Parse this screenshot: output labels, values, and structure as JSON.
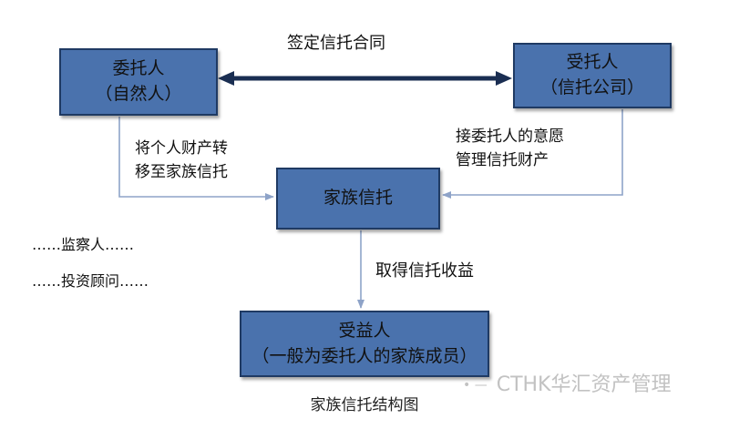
{
  "boxes": {
    "settlor": {
      "line1": "委托人",
      "line2": "（自然人）"
    },
    "trustee": {
      "line1": "受托人",
      "line2": "（信托公司）"
    },
    "family_trust": {
      "line1": "家族信托"
    },
    "beneficiary": {
      "line1": "受益人",
      "line2": "（一般为委托人的家族成员）"
    }
  },
  "labels": {
    "contract": "签定信托合同",
    "transfer": [
      "将个人财产转",
      "移至家族信托"
    ],
    "manage": [
      "接委托人的意愿",
      "管理信托财产"
    ],
    "proceeds": "取得信托收益",
    "others": [
      "……监察人……",
      "……投资顾问……"
    ]
  },
  "watermark": "CTHK华汇资产管理",
  "caption": "家族信托结构图",
  "colors": {
    "box_fill": "#4a72ad",
    "box_border": "#1f3a63",
    "thin_arrow": "#8ea3c8",
    "thick_arrow": "#1a2e52"
  }
}
